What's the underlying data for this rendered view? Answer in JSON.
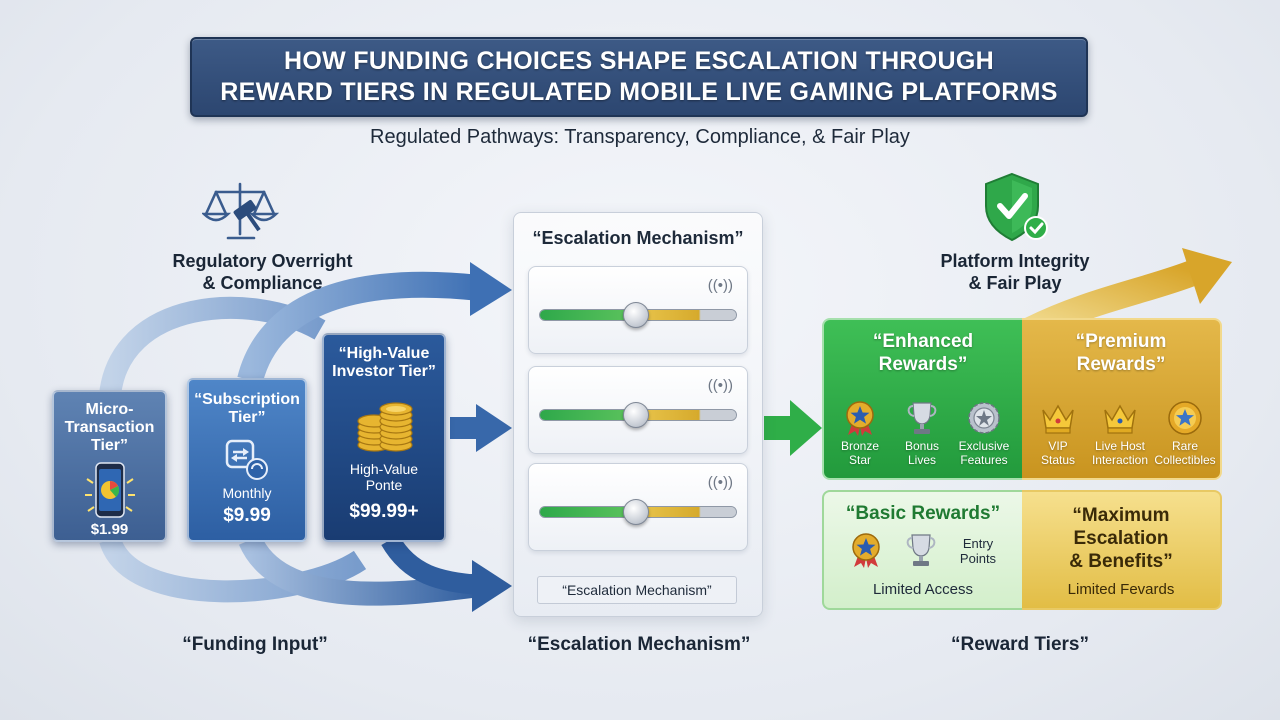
{
  "title": {
    "line1": "HOW FUNDING CHOICES SHAPE ESCALATION THROUGH",
    "line2": "REWARD TIERS IN REGULATED MOBILE LIVE GAMING PLATFORMS"
  },
  "subtitle": "Regulated Pathways: Transparency, Compliance, & Fair Play",
  "regulatory": {
    "heading_line1": "Regulatory Overright",
    "heading_line2": "& Compliance",
    "icon": "scales-gavel-icon"
  },
  "platform": {
    "heading_line1": "Platform Integrity",
    "heading_line2": "& Fair Play",
    "icon": "shield-check-icon"
  },
  "funding": {
    "caption": "“Funding Input”",
    "micro": {
      "title_line1": "Micro-",
      "title_line2": "Transaction",
      "title_line3": "Tier”",
      "price": "$1.99",
      "icon": "smartphone-chart-icon"
    },
    "subscription": {
      "title_line1": "“Subscription",
      "title_line2": "Tier”",
      "label": "Monthly",
      "price": "$9.99",
      "icon": "renew-cycle-icon"
    },
    "high_value": {
      "title_line1": "“High-Value",
      "title_line2": "Investor Tier”",
      "label_line1": "High-Value",
      "label_line2": "Ponte",
      "price": "$99.99+",
      "icon": "gold-coins-icon"
    }
  },
  "escalation": {
    "caption": "“Escalation Mechanism”",
    "panel_title": "“Escalation Mechanism”",
    "tag": "“Escalation Mechanism”",
    "sliders": [
      {
        "level": 0.49
      },
      {
        "level": 0.49
      },
      {
        "level": 0.49
      }
    ],
    "signal_icon": "signal-waves-icon"
  },
  "rewards": {
    "caption": "“Reward Tiers”",
    "enhanced": {
      "title_line1": "“Enhanced",
      "title_line2": "Rewards”",
      "items": [
        {
          "line1": "Bronze",
          "line2": "Star",
          "icon": "star-badge-icon"
        },
        {
          "line1": "Bonus",
          "line2": "Lives",
          "icon": "trophy-icon"
        },
        {
          "line1": "Exclusive",
          "line2": "Features",
          "icon": "gear-badge-icon"
        }
      ]
    },
    "premium": {
      "title_line1": "“Premium",
      "title_line2": "Rewards”",
      "items": [
        {
          "line1": "VIP",
          "line2": "Status",
          "icon": "crown-icon"
        },
        {
          "line1": "Live Host",
          "line2": "Interaction",
          "icon": "crown-icon"
        },
        {
          "line1": "Rare",
          "line2": "Collectibles",
          "icon": "star-coin-icon"
        }
      ]
    },
    "basic": {
      "title": "“Basic Rewards”",
      "items": [
        {
          "line1": "",
          "line2": "",
          "icon": "star-badge-icon"
        },
        {
          "line1": "",
          "line2": "",
          "icon": "trophy-icon"
        },
        {
          "line1": "Entry",
          "line2": "Points",
          "icon": ""
        }
      ],
      "footer": "Limited Access"
    },
    "maximum": {
      "title_line1": "“Maximum",
      "title_line2": "Escalation",
      "title_line3": "& Benefits”",
      "footer": "Limited Fevards"
    }
  },
  "colors": {
    "title_bg": "#34507b",
    "flow_blue": "#3b6db0",
    "green": "#2fae48",
    "gold": "#d8a831"
  }
}
